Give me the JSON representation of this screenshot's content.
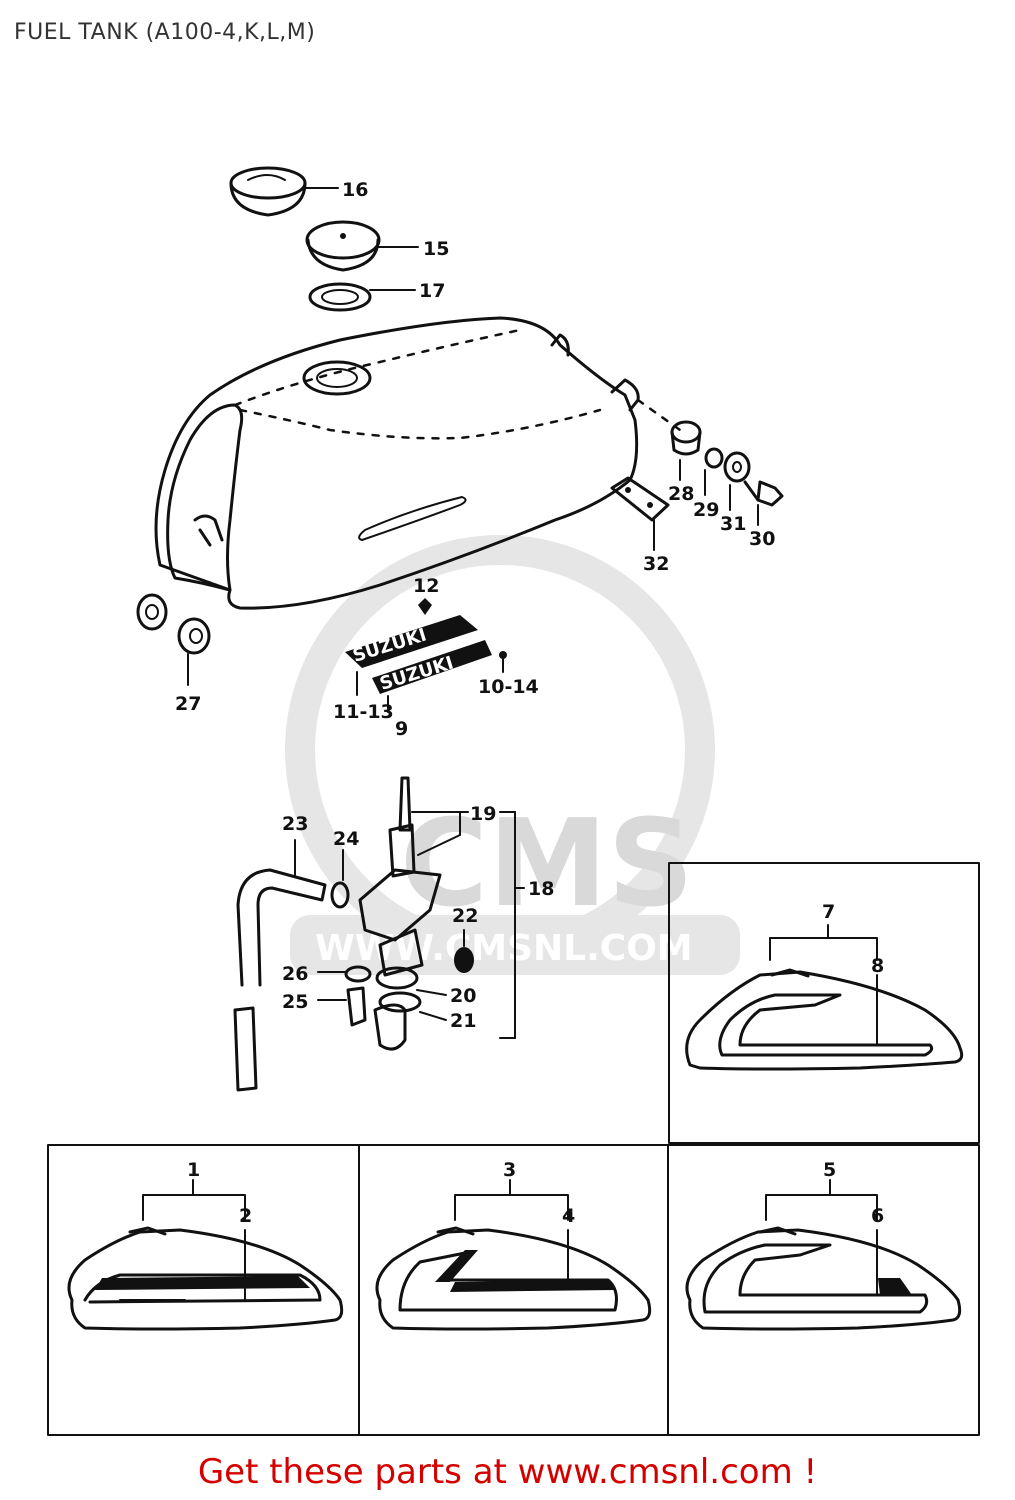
{
  "title": "FUEL TANK (A100-4,K,L,M)",
  "footer": "Get these parts at www.cmsnl.com !",
  "watermark": {
    "logo_text": "CMS",
    "url_text": "WWW.CMSNL.COM"
  },
  "colors": {
    "footer": "#d40000",
    "line": "#111111",
    "watermark": "#d9d9d9"
  },
  "labels": {
    "l1": "1",
    "l2": "2",
    "l3": "3",
    "l4": "4",
    "l5": "5",
    "l6": "6",
    "l7": "7",
    "l8": "8",
    "l9": "9",
    "l10_14": "10-14",
    "l11_13": "11-13",
    "l12": "12",
    "l15": "15",
    "l16": "16",
    "l17": "17",
    "l18": "18",
    "l19": "19",
    "l20": "20",
    "l21": "21",
    "l22": "22",
    "l23": "23",
    "l24": "24",
    "l25": "25",
    "l26": "26",
    "l27": "27",
    "l28": "28",
    "l29": "29",
    "l30": "30",
    "l31": "31",
    "l32": "32"
  },
  "emblem_text": "SUZUKI"
}
